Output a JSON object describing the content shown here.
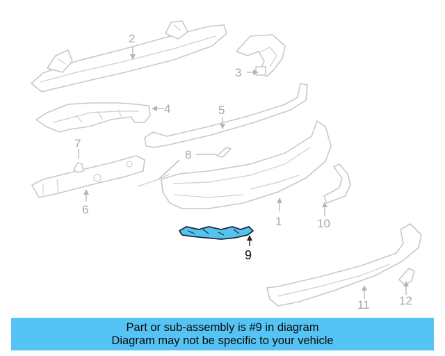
{
  "callouts": {
    "c1": "1",
    "c2": "2",
    "c3": "3",
    "c4": "4",
    "c5": "5",
    "c6": "6",
    "c7": "7",
    "c8": "8",
    "c9": "9",
    "c10": "10",
    "c11": "11",
    "c12": "12"
  },
  "highlight": {
    "part_number": "9",
    "color": "#55c3ee"
  },
  "banner": {
    "line1": "Part or sub-assembly is #9 in diagram",
    "line2": "Diagram may not be specific to your vehicle",
    "background": "#55c3f3"
  }
}
